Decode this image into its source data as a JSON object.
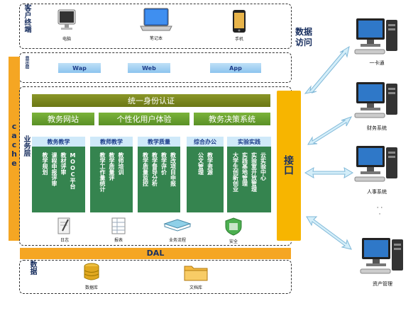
{
  "client": {
    "label": "客户终端",
    "devices": [
      {
        "name": "电脑",
        "icon": "desktop-monitor-icon"
      },
      {
        "name": "笔记本",
        "icon": "laptop-icon"
      },
      {
        "name": "手机",
        "icon": "mobile-phone-icon"
      }
    ]
  },
  "data_access": "数据访问",
  "presentation": {
    "label": "显示层",
    "items": [
      "Wap",
      "Web",
      "App"
    ]
  },
  "cache": "cache",
  "business_label": "业务层",
  "sso": "统一身份认证",
  "sub_modules": [
    "教务网站",
    "个性化用户体验",
    "教务决策系统"
  ],
  "modules": [
    {
      "title": "教务教学",
      "lines": [
        "MOOC平台",
        "教材评审",
        "课程申报评审",
        "教学规划"
      ]
    },
    {
      "title": "教师教学",
      "lines": [
        "教师培训",
        "教学质量评",
        "教学工作量统计"
      ]
    },
    {
      "title": "教学质量",
      "lines": [
        "教改项目申报",
        "教学评价",
        "教学督导分析",
        "教学质量监控"
      ]
    },
    {
      "title": "综合办公",
      "lines": [
        "教学资源",
        "公文管理"
      ]
    },
    {
      "title": "实验实践",
      "lines": [
        "云实验中心",
        "实验室开放管理",
        "实践基地管理",
        "大学生创新创业"
      ]
    }
  ],
  "tools": [
    "日志",
    "报表",
    "业务流程",
    "安全"
  ],
  "interface": "接口",
  "dal": "DAL",
  "data": {
    "label": "数据",
    "items": [
      "数据库",
      "文档库"
    ]
  },
  "servers": [
    "一卡通",
    "财务系统",
    "人事系统",
    "资产管理"
  ],
  "ellipsis": "·  ·  ·",
  "colors": {
    "cache_bar": "#f5a623",
    "interface": "#f7b500",
    "olive": "#7b8620",
    "green": "#6aa332",
    "module_body": "#35844f",
    "pill": "#a9d3f3",
    "arrow": "#cfeaf8"
  }
}
